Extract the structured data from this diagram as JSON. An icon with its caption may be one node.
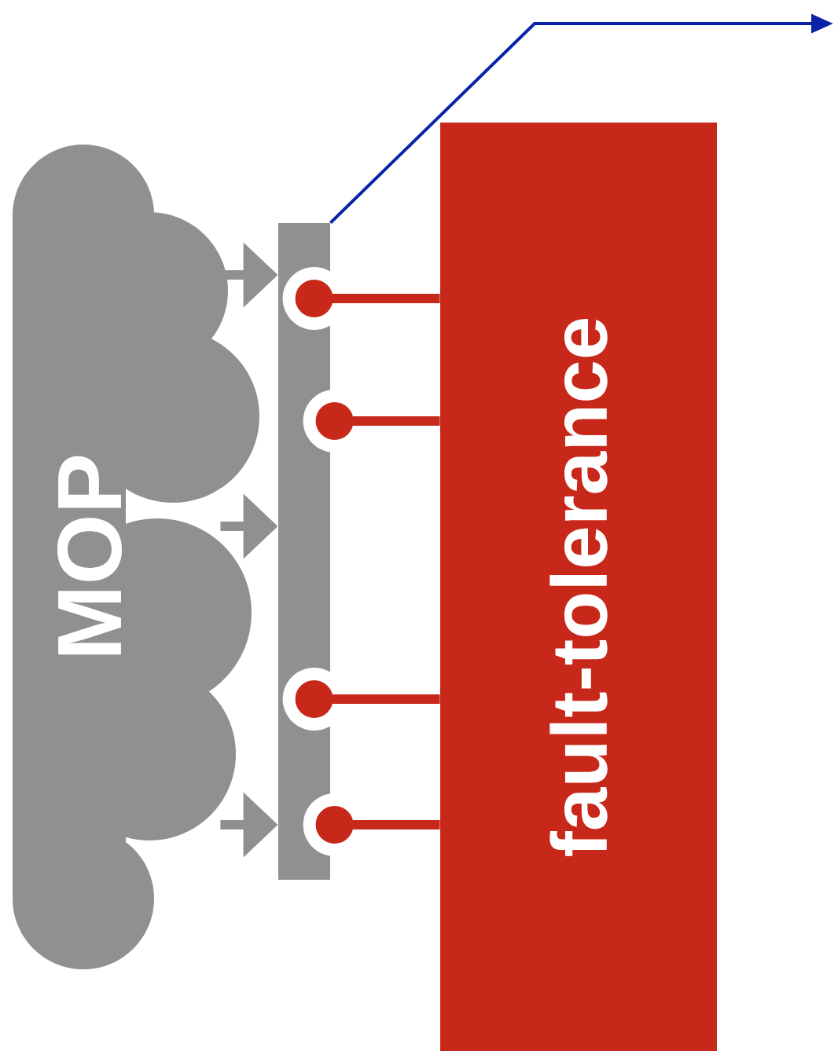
{
  "diagram": {
    "nodes": [
      {
        "text": [
          "MOP"
        ]
      },
      {
        "text": [],
        "shape": "bar"
      },
      {
        "text": [
          "fault-tolerance"
        ]
      }
    ],
    "edges": [
      {
        "from": 0,
        "to": 1,
        "arrow": "to",
        "color": "#909090"
      },
      {
        "from": 0,
        "to": 1,
        "arrow": "to",
        "color": "#909090"
      },
      {
        "from": 0,
        "to": 1,
        "arrow": "to",
        "color": "#909090"
      },
      {
        "from": 2,
        "to": 1,
        "arrow": "other",
        "color": "#c8281a"
      },
      {
        "from": 2,
        "to": 1,
        "arrow": "other",
        "color": "#c8281a"
      },
      {
        "from": 2,
        "to": 1,
        "arrow": "other",
        "color": "#c8281a"
      },
      {
        "from": 2,
        "to": 1,
        "arrow": "other",
        "color": "#c8281a"
      },
      {
        "from": 1,
        "to": null,
        "arrow": "to",
        "color": "#0a23a8"
      }
    ]
  }
}
